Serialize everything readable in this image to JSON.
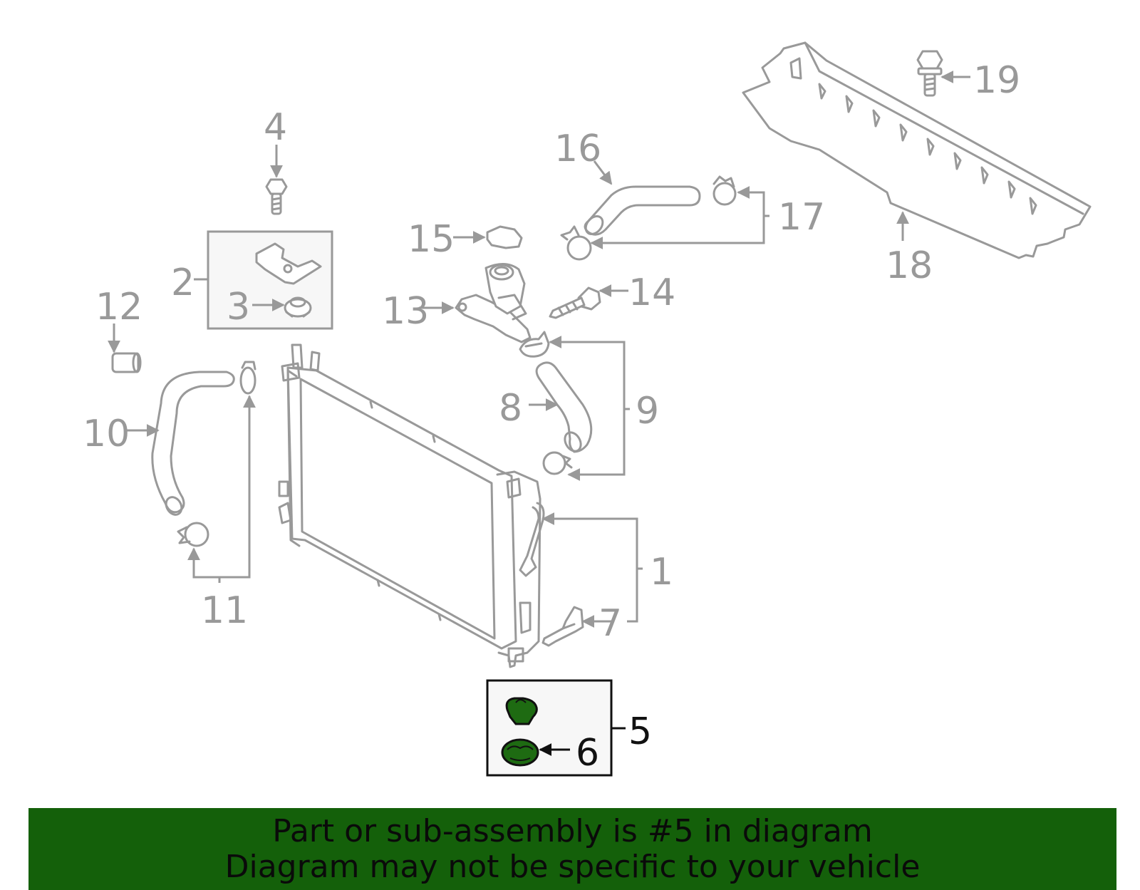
{
  "labels": {
    "l1": "1",
    "l2": "2",
    "l3": "3",
    "l4": "4",
    "l5": "5",
    "l6": "6",
    "l7": "7",
    "l8": "8",
    "l9": "9",
    "l10": "10",
    "l11": "11",
    "l12": "12",
    "l13": "13",
    "l14": "14",
    "l15": "15",
    "l16": "16",
    "l17": "17",
    "l18": "18",
    "l19": "19"
  },
  "highlighted_part": "5",
  "colors": {
    "part_outline": "#999999",
    "highlight_part": "#1e6b12",
    "highlight_outline": "#111111",
    "banner_background": "#14600a",
    "banner_text": "#0a0a0a"
  },
  "banner": {
    "line1": "Part or sub-assembly is #5 in diagram",
    "line2": "Diagram may not be specific to your vehicle"
  }
}
